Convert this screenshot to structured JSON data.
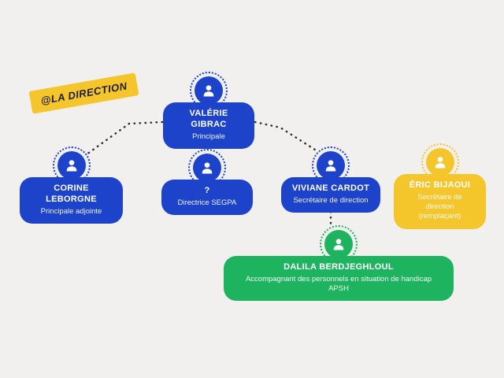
{
  "badge": {
    "label": "@LA DIRECTION"
  },
  "colors": {
    "blue": "#1c43c9",
    "green": "#1eb35f",
    "yellow": "#f4c62c",
    "background": "#f1f0ee",
    "connector": "#2b2b2b"
  },
  "people": [
    {
      "name": "VALÉRIE GIBRAC",
      "role": "Principale",
      "theme": "blue"
    },
    {
      "name": "CORINE LEBORGNE",
      "role": "Principale adjointe",
      "theme": "blue"
    },
    {
      "name": "?",
      "role": "Directrice SEGPA",
      "theme": "blue"
    },
    {
      "name": "VIVIANE CARDOT",
      "role": "Secrétaire de direction",
      "theme": "blue"
    },
    {
      "name": "ÉRIC BIJAOUI",
      "role": "Secrétaire de direction",
      "role2": "(remplaçant)",
      "theme": "yellow"
    },
    {
      "name": "DALILA BERDJEGHLOUL",
      "role": "Accompagnant des personnels en situation de handicap",
      "role2": "APSH",
      "theme": "green"
    }
  ]
}
